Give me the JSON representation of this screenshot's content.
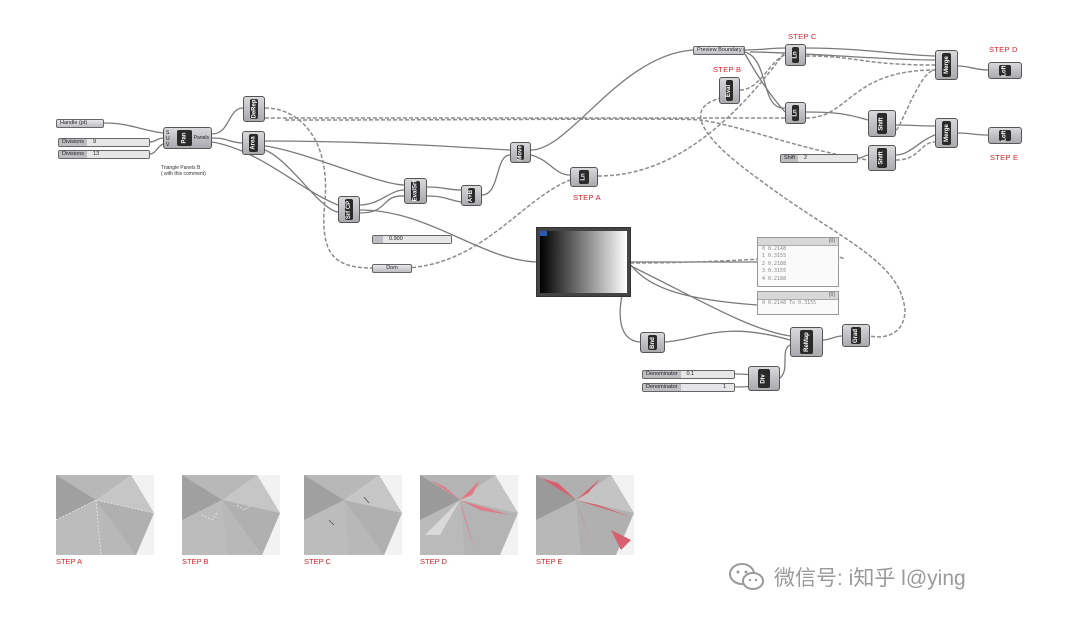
{
  "params": {
    "handle": "Handle (pt)",
    "divisions": "Divisions",
    "divisions_val": "9",
    "divisions2": "Divisions",
    "divisions2_val": "13",
    "slider_a_val": "0.900",
    "dom": "Dom",
    "shift_label": "Shift",
    "shift_val": "2",
    "denominator": "Denominator",
    "denominator_val": "0.1",
    "denominator2": "Denominator",
    "denominator2_val": "1",
    "preview_boundary": "Preview Boundary (M)"
  },
  "comment": {
    "line1": "Triangle Panels B",
    "line2": "( with this comment)"
  },
  "components": {
    "delrep": "DeRep",
    "area": "Area",
    "pan": "Pan",
    "srfcp": "Srf CP",
    "evalsrf": "EvalSrf",
    "amp": "A+B",
    "move": "Move",
    "ln_a": "Ln",
    "bnd": "Bnd",
    "remap": "ReMap",
    "grad": "Grad",
    "div": "Div",
    "eval_b": "Eval",
    "ln_c": "Ln",
    "ln_c2": "Ln",
    "shift1": "Shift",
    "shift2": "Shift",
    "merge1": "Merge",
    "merge2": "Merge",
    "loft1": "Loft",
    "loft2": "Loft"
  },
  "steps": {
    "a": "STEP A",
    "b": "STEP B",
    "c": "STEP C",
    "d": "STEP D",
    "e": "STEP E"
  },
  "panel1": {
    "header": "{0}",
    "rows": [
      "0 0.2148",
      "1 0.3155",
      "2 0.2188",
      "3 0.3155",
      "4 0.2188"
    ]
  },
  "panel2": {
    "header": "{0}",
    "row": "0 0.2148 To 0.3155"
  },
  "captions": [
    "STEP A",
    "STEP B",
    "STEP C",
    "STEP D",
    "STEP E"
  ],
  "watermark": {
    "text": "微信号: i知乎 l@ying"
  },
  "colors": {
    "accent": "#d2242a",
    "wire": "#7a7a7a",
    "pink": "#e0707c"
  }
}
